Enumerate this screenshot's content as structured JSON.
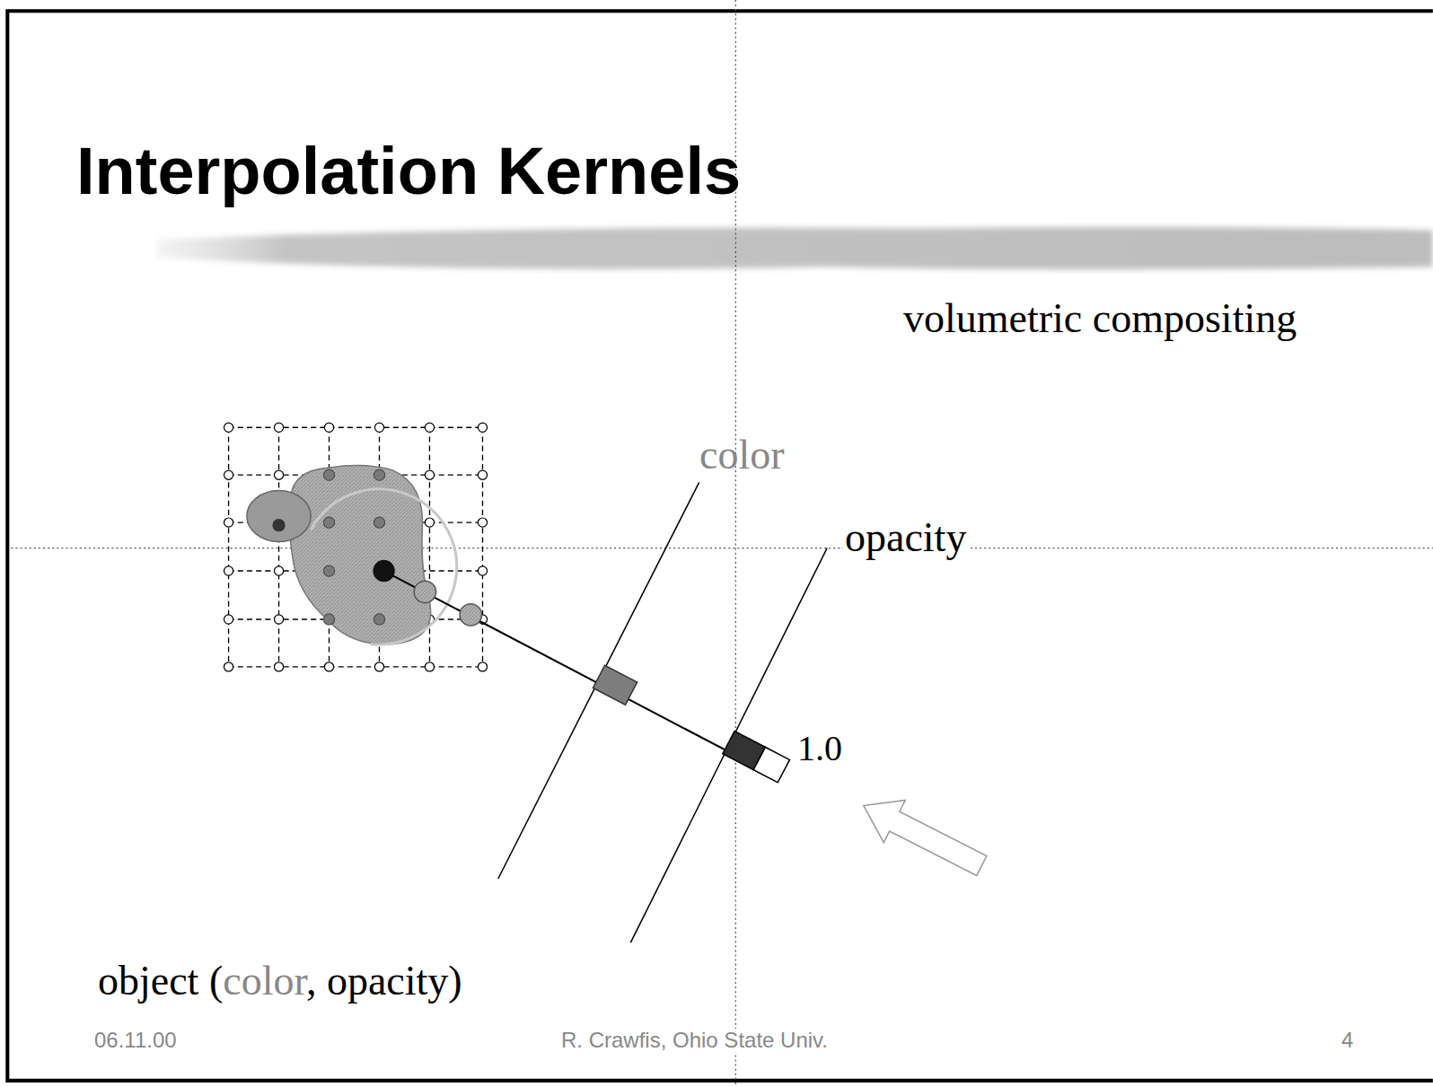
{
  "diagram": {
    "title": "Interpolation Kernels",
    "labels": [
      "volumetric compositing",
      "color",
      "opacity",
      "1.0",
      "object (color, opacity)",
      "06.11.00",
      "R. Crawfis, Ohio State Univ.",
      "4"
    ]
  }
}
